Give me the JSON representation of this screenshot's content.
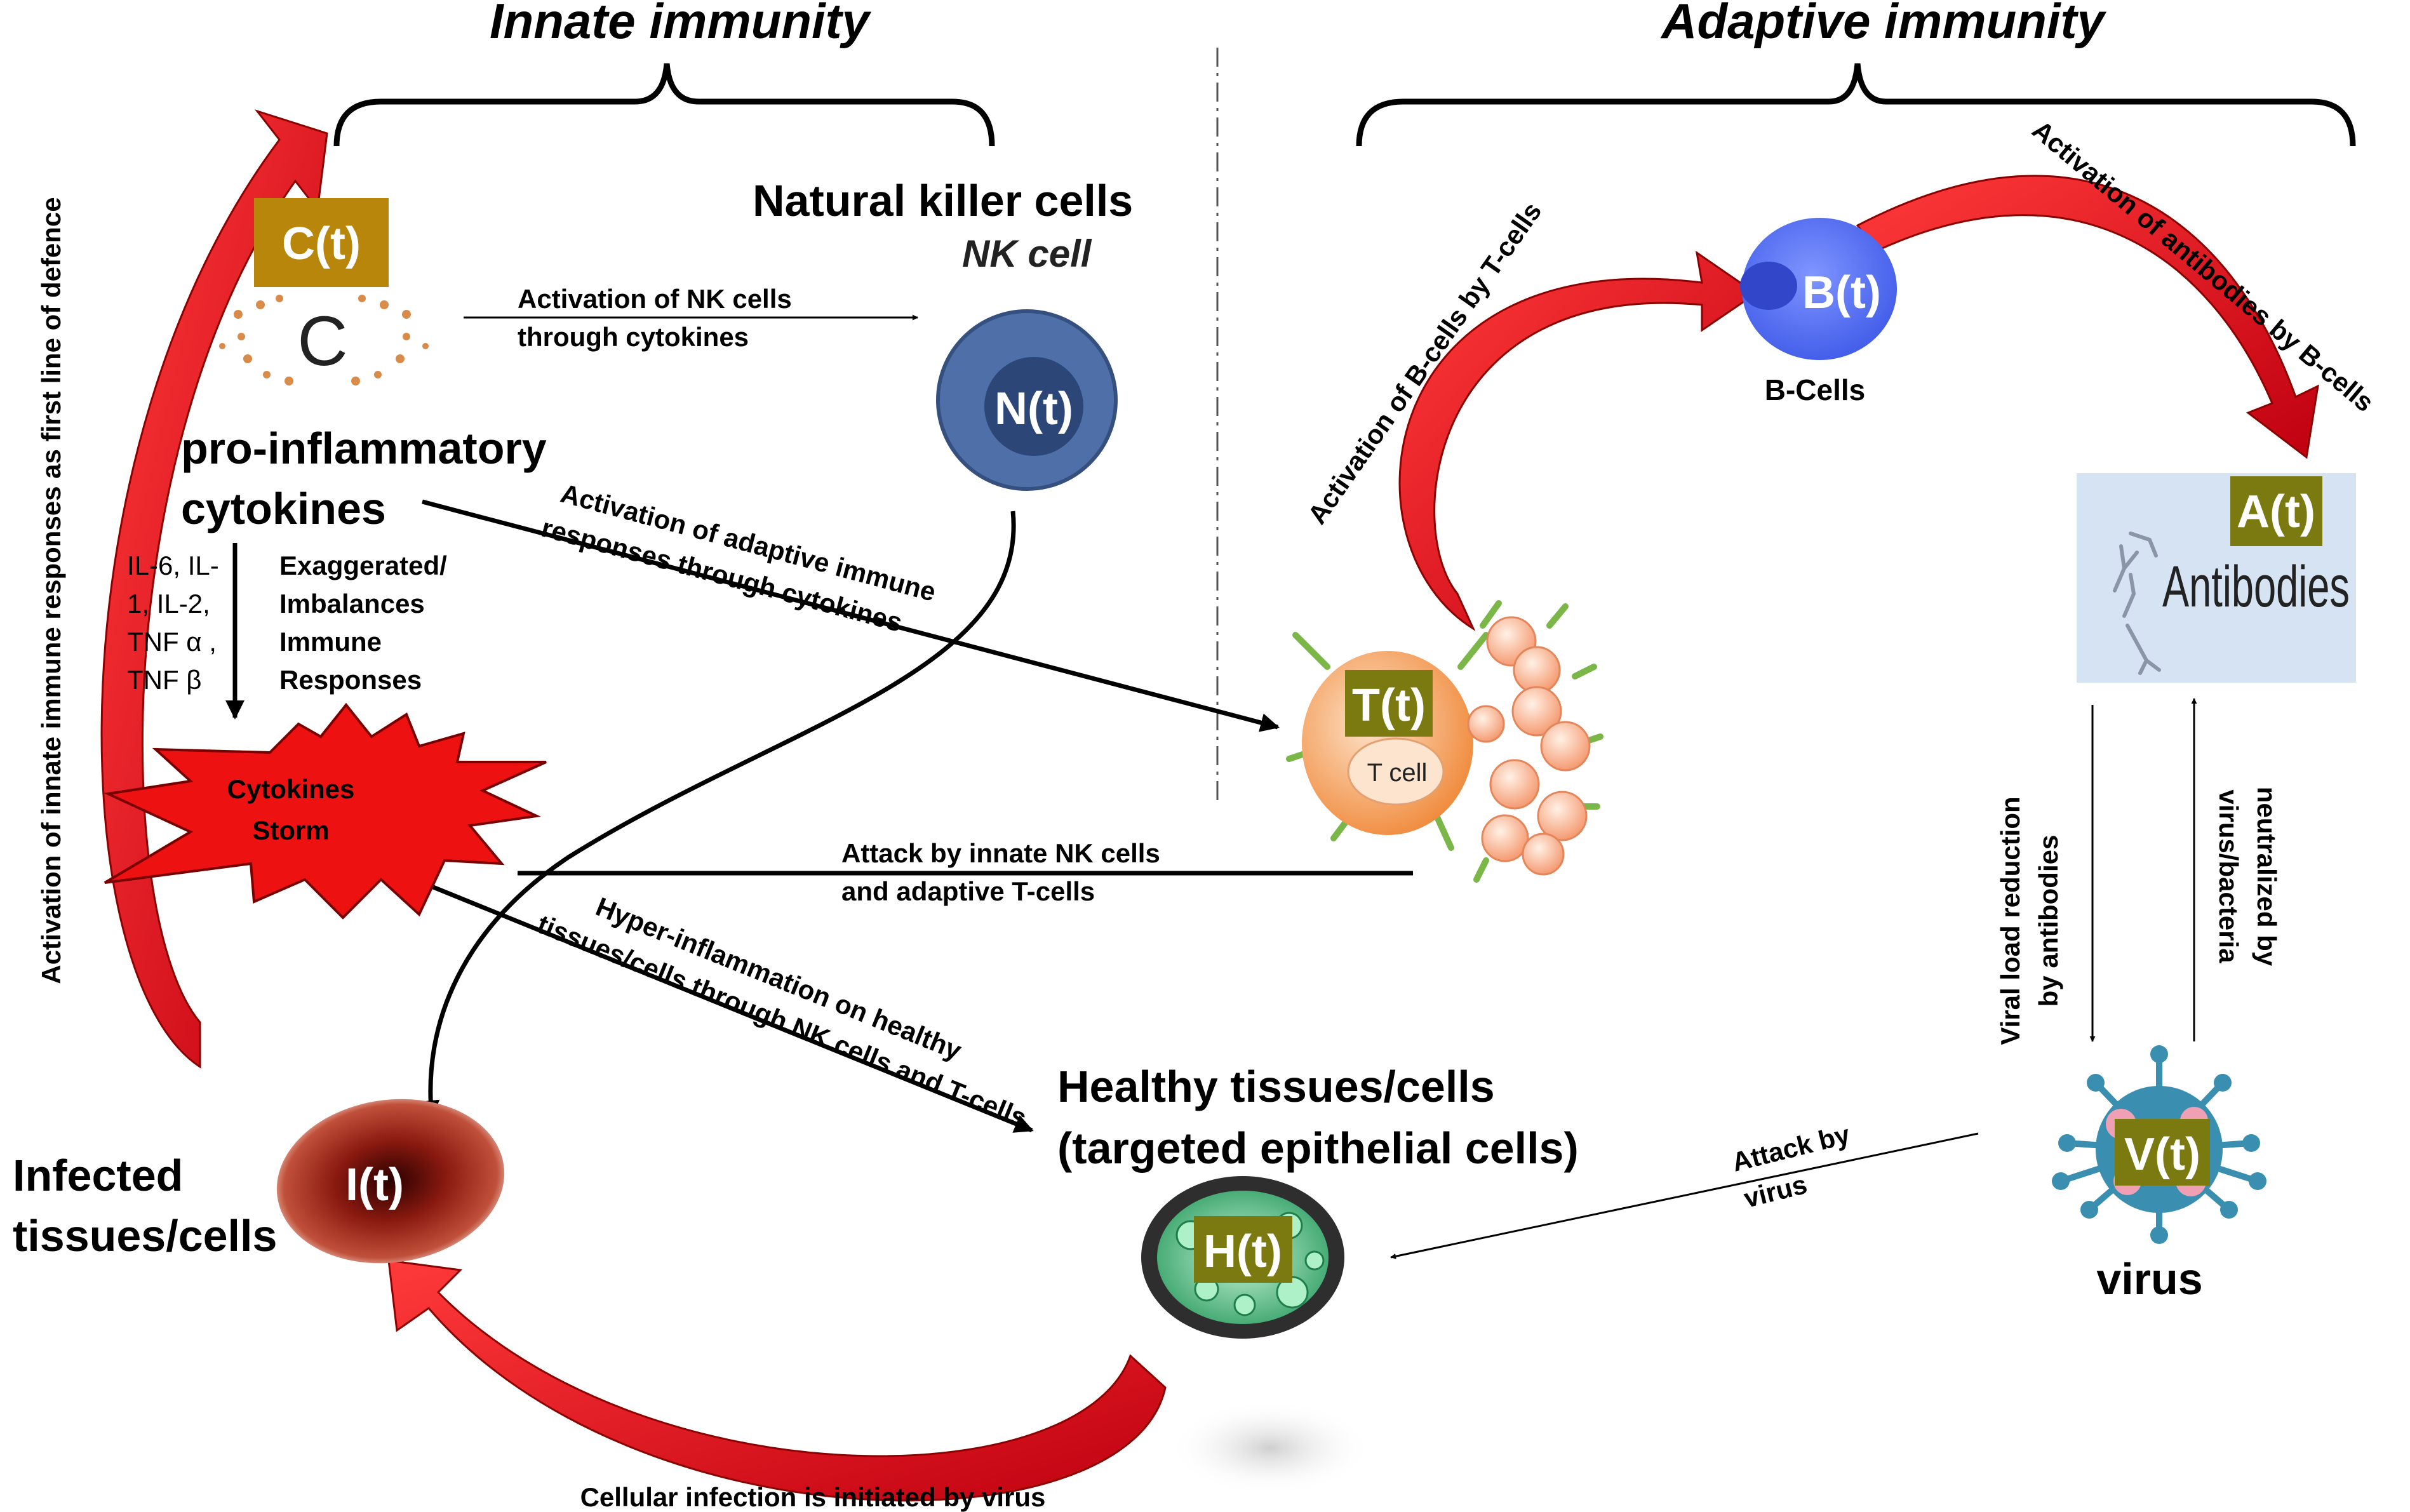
{
  "sections": {
    "innate": "Innate immunity",
    "adaptive": "Adaptive immunity"
  },
  "nodes": {
    "cytokine": {
      "var": "C(t)",
      "glyph": "C",
      "title_line1": "pro-inflammatory",
      "title_line2": "cytokines"
    },
    "nk": {
      "var": "N(t)",
      "title": "Natural killer cells",
      "subtitle": "NK cell"
    },
    "bcell": {
      "var": "B(t)",
      "caption": "B-Cells"
    },
    "antibody": {
      "var": "A(t)",
      "caption": "Antibodies"
    },
    "tcell": {
      "var": "T(t)",
      "inner": "T cell"
    },
    "storm": {
      "line1": "Cytokines",
      "line2": "Storm"
    },
    "infected": {
      "var": "I(t)",
      "title_line1": "Infected",
      "title_line2": "tissues/cells"
    },
    "healthy": {
      "var": "H(t)",
      "title_line1": "Healthy tissues/cells",
      "title_line2": "(targeted epithelial cells)"
    },
    "virus": {
      "var": "V(t)",
      "caption": "virus"
    }
  },
  "cytokine_list": [
    "IL-6, IL-",
    "1, IL-2,",
    "TNF α ,",
    "TNF β"
  ],
  "imbalance": [
    "Exaggerated/",
    "Imbalances",
    "Immune",
    "Responses"
  ],
  "edges": {
    "nk_activation": [
      "Activation of NK cells",
      "through cytokines"
    ],
    "adaptive_activation": [
      "Activation of adaptive immune",
      "responses through cytokines"
    ],
    "attack_nk_t": [
      "Attack by innate NK cells",
      "and adaptive T-cells"
    ],
    "hyper_inflammation": [
      "Hyper-inflammation on healthy",
      "tissues/cells through NK cells and T-cells"
    ],
    "b_activation": "Activation of B-cells by T-cells",
    "antibody_activation": "Activation of antibodies by B-cells",
    "viral_reduction": [
      "Viral load reduction",
      "by antibodies"
    ],
    "neutralized": [
      "neutralized by",
      "virus/bacteria"
    ],
    "attack_virus": [
      "Attack by",
      "virus"
    ],
    "cellular_infection": "Cellular infection is initiated by virus",
    "innate_first_line": "Activation of innate immune responses as first line of defence"
  },
  "colors": {
    "var_box_gold": "#b8860b",
    "var_box_olive": "#7a7a10",
    "curved_arrow": "#e3000f",
    "nk_cell": "#4e6fa8",
    "b_cell": "#4f6ef7",
    "t_cell": "#f4a46a",
    "storm": "#ee1111",
    "virus": "#3a8fb0"
  }
}
